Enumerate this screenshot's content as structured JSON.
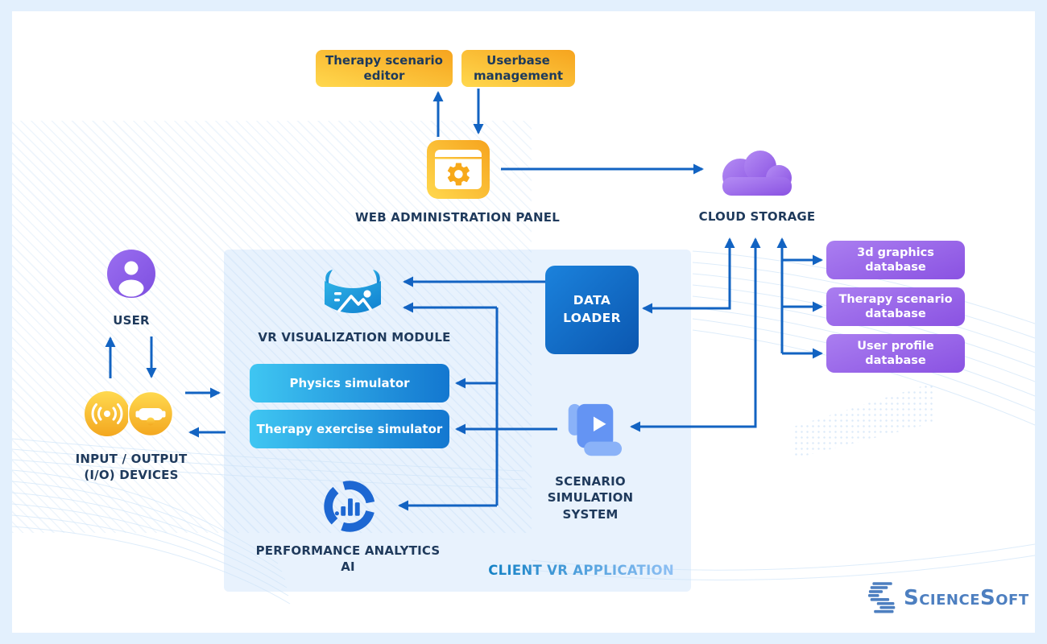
{
  "nodes": {
    "therapy_scenario_editor": "Therapy scenario editor",
    "userbase_management": "Userbase management",
    "web_administration_panel": "WEB ADMINISTRATION PANEL",
    "cloud_storage": "CLOUD STORAGE",
    "db_3d_graphics": "3d graphics database",
    "db_therapy_scenario": "Therapy scenario database",
    "db_user_profile": "User profile database",
    "user": "USER",
    "io_devices": "INPUT / OUTPUT\n(I/O) DEVICES",
    "vr_visualization_module": "VR VISUALIZATION MODULE",
    "physics_simulator": "Physics simulator",
    "therapy_exercise_simulator": "Therapy exercise simulator",
    "performance_analytics_ai": "PERFORMANCE ANALYTICS\nAI",
    "data_loader": "DATA\nLOADER",
    "scenario_simulation_system": "SCENARIO\nSIMULATION\nSYSTEM",
    "client_vr_application": "CLIENT VR APPLICATION"
  },
  "brand": {
    "name": "ScienceSoft"
  },
  "colors": {
    "page_bg": "#e3f0fd",
    "card_bg": "#ffffff",
    "panel_bg": "#e8f2fd",
    "arrow_blue": "#1263c2",
    "label_navy": "#1f3a5c",
    "yellow_light": "#ffd84e",
    "yellow_deep": "#f6a41e",
    "cyan_light": "#3fc6f2",
    "cyan_deep": "#1377d0",
    "blue_mid": "#1b82dc",
    "blue_deep": "#0b57b0",
    "purple_light": "#aa7ef0",
    "purple_deep": "#8a52e2",
    "analytics_blue": "#1d67d2",
    "scroll_blue": "#6494f3",
    "scroll_blue_light": "#8ab2f8",
    "client_from": "#1180c4",
    "client_to": "#8fc0f4",
    "logo_blue": "#4d7fc0"
  }
}
